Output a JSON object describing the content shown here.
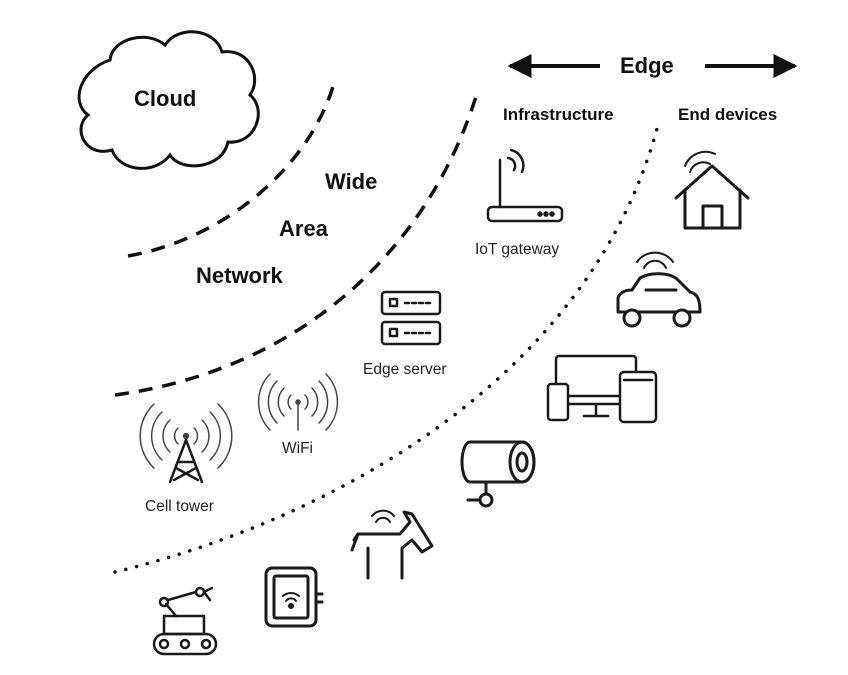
{
  "regions": {
    "cloud": "Cloud",
    "wan": [
      "Wide",
      "Area",
      "Network"
    ],
    "edge": "Edge",
    "infrastructure": "Infrastructure",
    "end_devices": "End devices"
  },
  "nodes": {
    "iot_gateway": "IoT gateway",
    "edge_server": "Edge server",
    "wifi": "WiFi",
    "cell_tower": "Cell tower"
  }
}
